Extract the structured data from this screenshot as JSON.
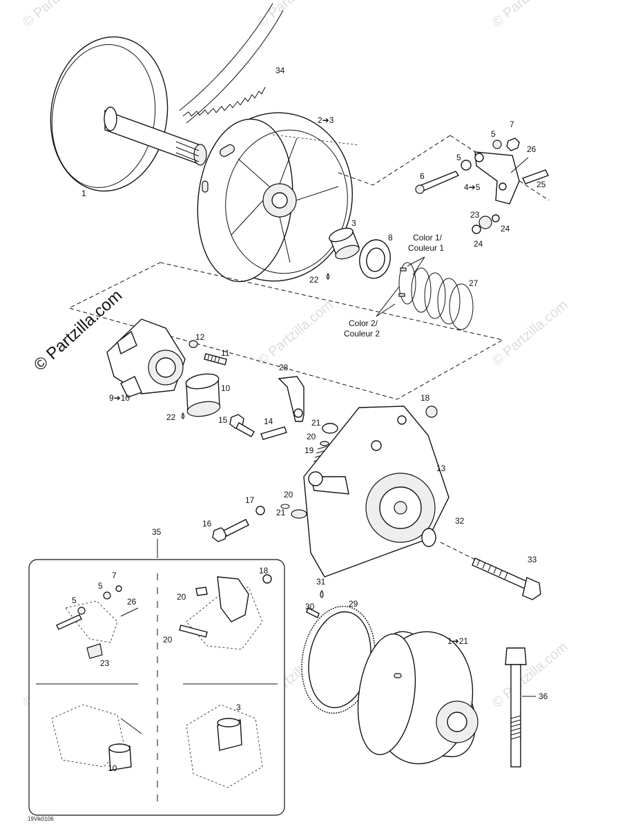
{
  "watermark": {
    "text": "© Partzilla.com",
    "side_text": "© Partzilla.com"
  },
  "drawing_ref": "19Vik0106",
  "callouts": {
    "c1": "1",
    "c2to3": "2➔3",
    "c3": "3",
    "c4to5": "4➔5",
    "c5a": "5",
    "c5b": "5",
    "c6": "6",
    "c7": "7",
    "c8": "8",
    "c9to10": "9➔10",
    "c10": "10",
    "c11": "11",
    "c12": "12",
    "c13": "13",
    "c14": "14",
    "c15": "15",
    "c16": "16",
    "c17": "17",
    "c18": "18",
    "c19": "19",
    "c20a": "20",
    "c20b": "20",
    "c21a": "21",
    "c21b": "21",
    "c22a": "22",
    "c22b": "22",
    "c23": "23",
    "c24a": "24",
    "c24b": "24",
    "c25": "25",
    "c26": "26",
    "c27": "27",
    "c28": "28",
    "c29": "29",
    "c30": "30",
    "c31": "31",
    "c32": "32",
    "c33": "33",
    "c34": "34",
    "c35": "35",
    "c36": "36",
    "c1to21": "1➔21"
  },
  "color_labels": {
    "color1_line1": "Color 1/",
    "color1_line2": "Couleur 1",
    "color2_line1": "Color 2/",
    "color2_line2": "Couleur 2"
  },
  "inset": {
    "c5a": "5",
    "c5b": "5",
    "c7": "7",
    "c26": "26",
    "c23": "23",
    "c18": "18",
    "c20a": "20",
    "c20b": "20",
    "c10": "10",
    "c3": "3"
  }
}
